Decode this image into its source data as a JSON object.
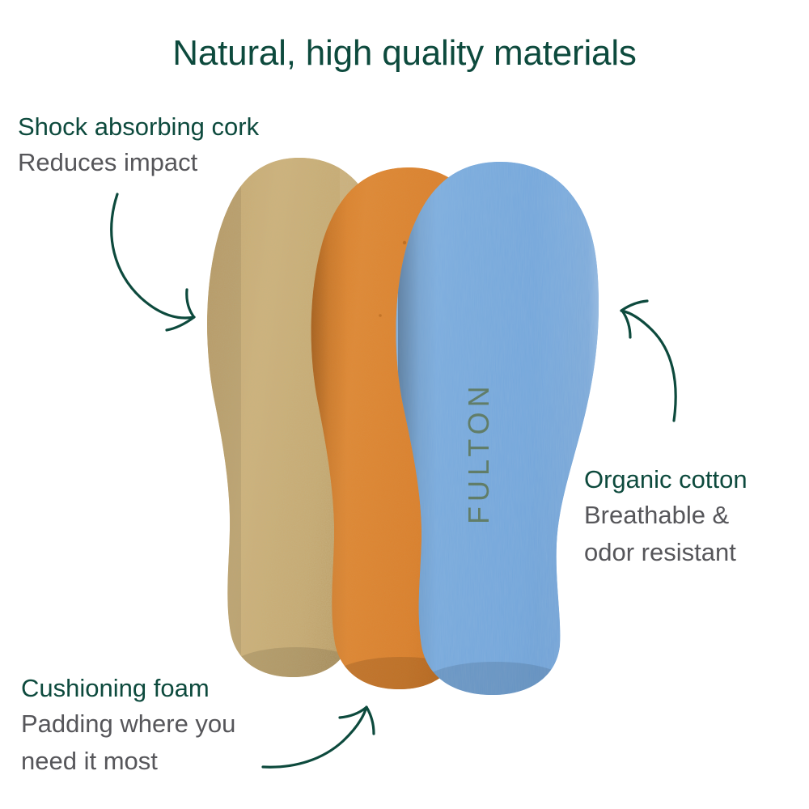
{
  "page": {
    "title": "Natural, high quality materials",
    "background_color": "#ffffff",
    "brand": "FULTON"
  },
  "colors": {
    "heading_green": "#0d4a3d",
    "body_gray": "#56565a",
    "cork_tan": "#c9ab72",
    "foam_orange": "#dd7f2b",
    "cotton_blue": "#78aadd",
    "brand_green": "#5f7a5f",
    "arrow_green": "#0d4a3d"
  },
  "callouts": [
    {
      "id": "cork",
      "heading": "Shock absorbing cork",
      "lines": [
        "Reduces impact"
      ],
      "points_to": "cork-insole-layer"
    },
    {
      "id": "cotton",
      "heading": "Organic cotton",
      "lines": [
        "Breathable &",
        "odor resistant"
      ],
      "points_to": "cotton-insole-layer"
    },
    {
      "id": "foam",
      "heading": "Cushioning foam",
      "lines": [
        "Padding where you",
        "need it most"
      ],
      "points_to": "foam-insole-layer"
    }
  ],
  "insole_layers": [
    {
      "id": "cork",
      "material": "cork",
      "color": "#c9ab72",
      "texture": "speckled"
    },
    {
      "id": "foam",
      "material": "foam",
      "color": "#dd7f2b",
      "texture": "matte"
    },
    {
      "id": "cotton",
      "material": "organic cotton",
      "color": "#78aadd",
      "texture": "woven"
    }
  ],
  "icons": {
    "arrow_cork": "curved-arrow-down-right-icon",
    "arrow_cotton": "curved-arrow-up-left-icon",
    "arrow_foam": "curved-arrow-up-right-icon"
  }
}
